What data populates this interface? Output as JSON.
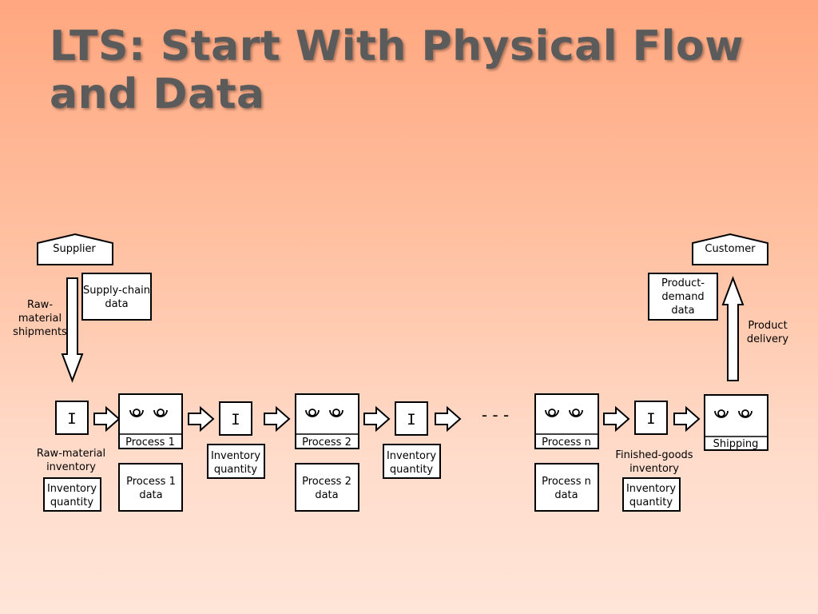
{
  "slide": {
    "title": "LTS: Start With Physical Flow and Data"
  },
  "diagram": {
    "supplier": "Supplier",
    "customer": "Customer",
    "supply_chain_data": [
      "Supply-chain",
      "data"
    ],
    "product_demand_data": [
      "Product-",
      "demand",
      "data"
    ],
    "raw_material_shipments": [
      "Raw-",
      "material",
      "shipments"
    ],
    "product_delivery": [
      "Product",
      "delivery"
    ],
    "inventory_symbol": "I",
    "ellipsis": "- - -",
    "raw_material_inventory": [
      "Raw-material",
      "inventory"
    ],
    "finished_goods_inventory": [
      "Finished-goods",
      "inventory"
    ],
    "inventory_quantity": [
      "Inventory",
      "quantity"
    ],
    "process_1": "Process 1",
    "process_2": "Process 2",
    "process_n": "Process n",
    "shipping": "Shipping",
    "process_1_data": [
      "Process 1",
      "data"
    ],
    "process_2_data": [
      "Process 2",
      "data"
    ],
    "process_n_data": [
      "Process n",
      "data"
    ]
  }
}
